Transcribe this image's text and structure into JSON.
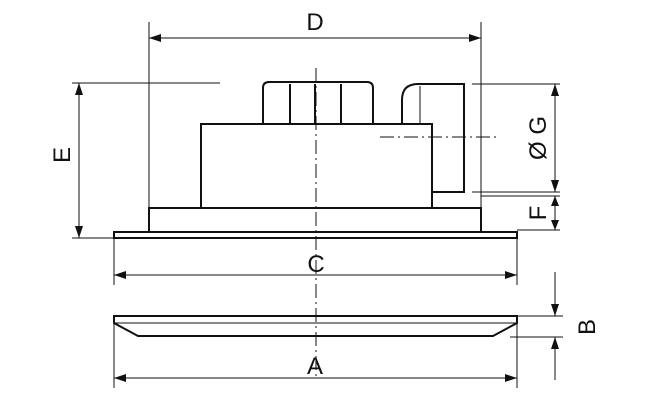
{
  "labels": {
    "D": "D",
    "E": "E",
    "G": "Ø G",
    "F": "F",
    "C": "C",
    "B": "B",
    "A": "A"
  },
  "colors": {
    "line": "#111111",
    "background": "#ffffff"
  }
}
